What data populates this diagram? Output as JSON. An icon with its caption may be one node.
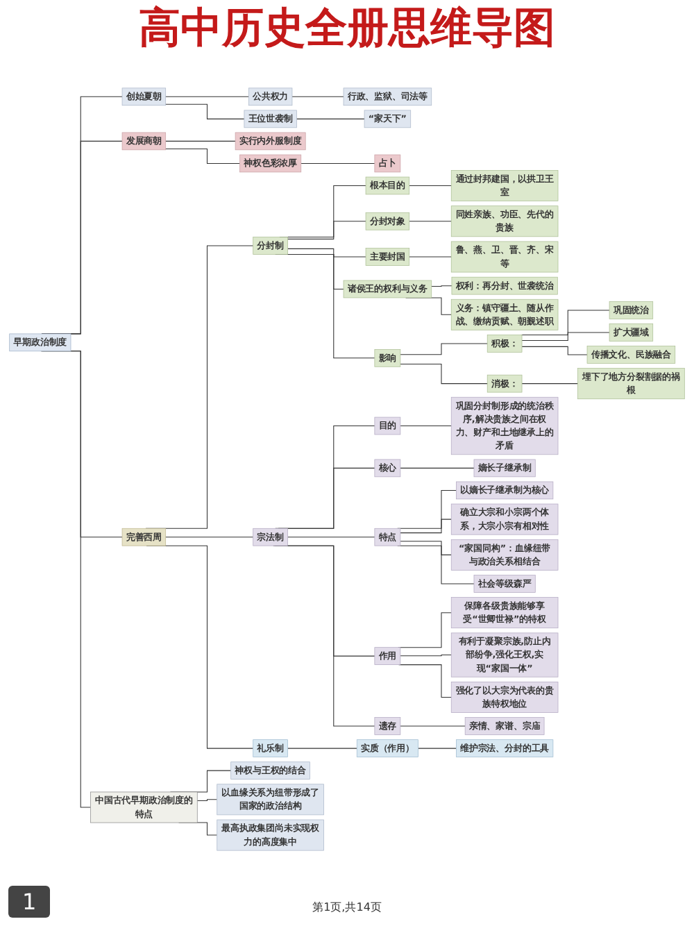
{
  "diagram": {
    "title": "高中历史全册思维导图",
    "nodes": [
      {
        "text": [
          "早期政治制度"
        ]
      },
      {
        "text": [
          "创始夏朝"
        ]
      },
      {
        "text": [
          "公共权力"
        ]
      },
      {
        "text": [
          "行政、监狱、司法等"
        ]
      },
      {
        "text": [
          "王位世袭制"
        ]
      },
      {
        "text": [
          "“家天下”"
        ]
      },
      {
        "text": [
          "发展商朝"
        ]
      },
      {
        "text": [
          "实行内外服制度"
        ]
      },
      {
        "text": [
          "神权色彩浓厚"
        ]
      },
      {
        "text": [
          "占卜"
        ]
      },
      {
        "text": [
          "完善西周"
        ]
      },
      {
        "text": [
          "分封制"
        ]
      },
      {
        "text": [
          "根本目的"
        ]
      },
      {
        "text": [
          "通过封邦建国，以拱卫王室"
        ]
      },
      {
        "text": [
          "分封对象"
        ]
      },
      {
        "text": [
          "同姓亲族、功臣、先代的贵族"
        ]
      },
      {
        "text": [
          "主要封国"
        ]
      },
      {
        "text": [
          "鲁、燕、卫、晋、齐、宋等"
        ]
      },
      {
        "text": [
          "诸侯王的权利与义务"
        ]
      },
      {
        "text": [
          "权利：再分封、世袭统治"
        ]
      },
      {
        "text": [
          "义务：镇守疆土、随从作战、缴纳贡赋、朝觐述职"
        ]
      },
      {
        "text": [
          "影响"
        ]
      },
      {
        "text": [
          "积极："
        ]
      },
      {
        "text": [
          "巩固统治"
        ]
      },
      {
        "text": [
          "扩大疆域"
        ]
      },
      {
        "text": [
          "传播文化、民族融合"
        ]
      },
      {
        "text": [
          "消极："
        ]
      },
      {
        "text": [
          "埋下了地方分裂割据的祸根"
        ]
      },
      {
        "text": [
          "宗法制"
        ]
      },
      {
        "text": [
          "目的"
        ]
      },
      {
        "text": [
          "巩固分封制形成的统治秩序,解决贵族之间在权力、财产和土地继承上的矛盾"
        ]
      },
      {
        "text": [
          "核心"
        ]
      },
      {
        "text": [
          "嫡长子继承制"
        ]
      },
      {
        "text": [
          "特点"
        ]
      },
      {
        "text": [
          "以嫡长子继承制为核心"
        ]
      },
      {
        "text": [
          "确立大宗和小宗两个体系，大宗小宗有相对性"
        ]
      },
      {
        "text": [
          "“家国同构”：血缘纽带与政治关系相结合"
        ]
      },
      {
        "text": [
          "社会等级森严"
        ]
      },
      {
        "text": [
          "作用"
        ]
      },
      {
        "text": [
          "保障各级贵族能够享受“世卿世禄”的特权"
        ]
      },
      {
        "text": [
          "有利于凝聚宗族,防止内部纷争,强化王权,实现“家国一体”"
        ]
      },
      {
        "text": [
          "强化了以大宗为代表的贵族特权地位"
        ]
      },
      {
        "text": [
          "遗存"
        ]
      },
      {
        "text": [
          "亲情、家谱、宗庙"
        ]
      },
      {
        "text": [
          "礼乐制"
        ]
      },
      {
        "text": [
          "实质（作用）"
        ]
      },
      {
        "text": [
          "维护宗法、分封的工具"
        ]
      },
      {
        "text": [
          "中国古代早期政治制度的特点"
        ]
      },
      {
        "text": [
          "神权与王权的结合"
        ]
      },
      {
        "text": [
          "以血缘关系为纽带形成了国家的政治结构"
        ]
      },
      {
        "text": [
          "最高执政集团尚未实现权力的高度集中"
        ]
      }
    ],
    "edges": [
      {
        "from": 0,
        "to": 1,
        "arrow": "none"
      },
      {
        "from": 1,
        "to": 2,
        "arrow": "none"
      },
      {
        "from": 2,
        "to": 3,
        "arrow": "none"
      },
      {
        "from": 1,
        "to": 4,
        "arrow": "none"
      },
      {
        "from": 4,
        "to": 5,
        "arrow": "none"
      },
      {
        "from": 0,
        "to": 6,
        "arrow": "none"
      },
      {
        "from": 6,
        "to": 7,
        "arrow": "none"
      },
      {
        "from": 6,
        "to": 8,
        "arrow": "none"
      },
      {
        "from": 8,
        "to": 9,
        "arrow": "none"
      },
      {
        "from": 0,
        "to": 10,
        "arrow": "none"
      },
      {
        "from": 10,
        "to": 11,
        "arrow": "none"
      },
      {
        "from": 11,
        "to": 12,
        "arrow": "none"
      },
      {
        "from": 12,
        "to": 13,
        "arrow": "none"
      },
      {
        "from": 11,
        "to": 14,
        "arrow": "none"
      },
      {
        "from": 14,
        "to": 15,
        "arrow": "none"
      },
      {
        "from": 11,
        "to": 16,
        "arrow": "none"
      },
      {
        "from": 16,
        "to": 17,
        "arrow": "none"
      },
      {
        "from": 11,
        "to": 18,
        "arrow": "none"
      },
      {
        "from": 18,
        "to": 19,
        "arrow": "none"
      },
      {
        "from": 18,
        "to": 20,
        "arrow": "none"
      },
      {
        "from": 11,
        "to": 21,
        "arrow": "none"
      },
      {
        "from": 21,
        "to": 22,
        "arrow": "none"
      },
      {
        "from": 22,
        "to": 23,
        "arrow": "none"
      },
      {
        "from": 22,
        "to": 24,
        "arrow": "none"
      },
      {
        "from": 22,
        "to": 25,
        "arrow": "none"
      },
      {
        "from": 21,
        "to": 26,
        "arrow": "none"
      },
      {
        "from": 26,
        "to": 27,
        "arrow": "none"
      },
      {
        "from": 10,
        "to": 28,
        "arrow": "none"
      },
      {
        "from": 28,
        "to": 29,
        "arrow": "none"
      },
      {
        "from": 29,
        "to": 30,
        "arrow": "none"
      },
      {
        "from": 28,
        "to": 31,
        "arrow": "none"
      },
      {
        "from": 31,
        "to": 32,
        "arrow": "none"
      },
      {
        "from": 28,
        "to": 33,
        "arrow": "none"
      },
      {
        "from": 33,
        "to": 34,
        "arrow": "none"
      },
      {
        "from": 33,
        "to": 35,
        "arrow": "none"
      },
      {
        "from": 33,
        "to": 36,
        "arrow": "none"
      },
      {
        "from": 33,
        "to": 37,
        "arrow": "none"
      },
      {
        "from": 28,
        "to": 38,
        "arrow": "none"
      },
      {
        "from": 38,
        "to": 39,
        "arrow": "none"
      },
      {
        "from": 38,
        "to": 40,
        "arrow": "none"
      },
      {
        "from": 38,
        "to": 41,
        "arrow": "none"
      },
      {
        "from": 28,
        "to": 42,
        "arrow": "none"
      },
      {
        "from": 42,
        "to": 43,
        "arrow": "none"
      },
      {
        "from": 10,
        "to": 44,
        "arrow": "none"
      },
      {
        "from": 44,
        "to": 45,
        "arrow": "none"
      },
      {
        "from": 45,
        "to": 46,
        "arrow": "none"
      },
      {
        "from": 0,
        "to": 47,
        "arrow": "none"
      },
      {
        "from": 47,
        "to": 48,
        "arrow": "none"
      },
      {
        "from": 47,
        "to": 49,
        "arrow": "none"
      },
      {
        "from": 47,
        "to": 50,
        "arrow": "none"
      }
    ],
    "labels": [
      "1",
      "第1页,共14页"
    ]
  }
}
